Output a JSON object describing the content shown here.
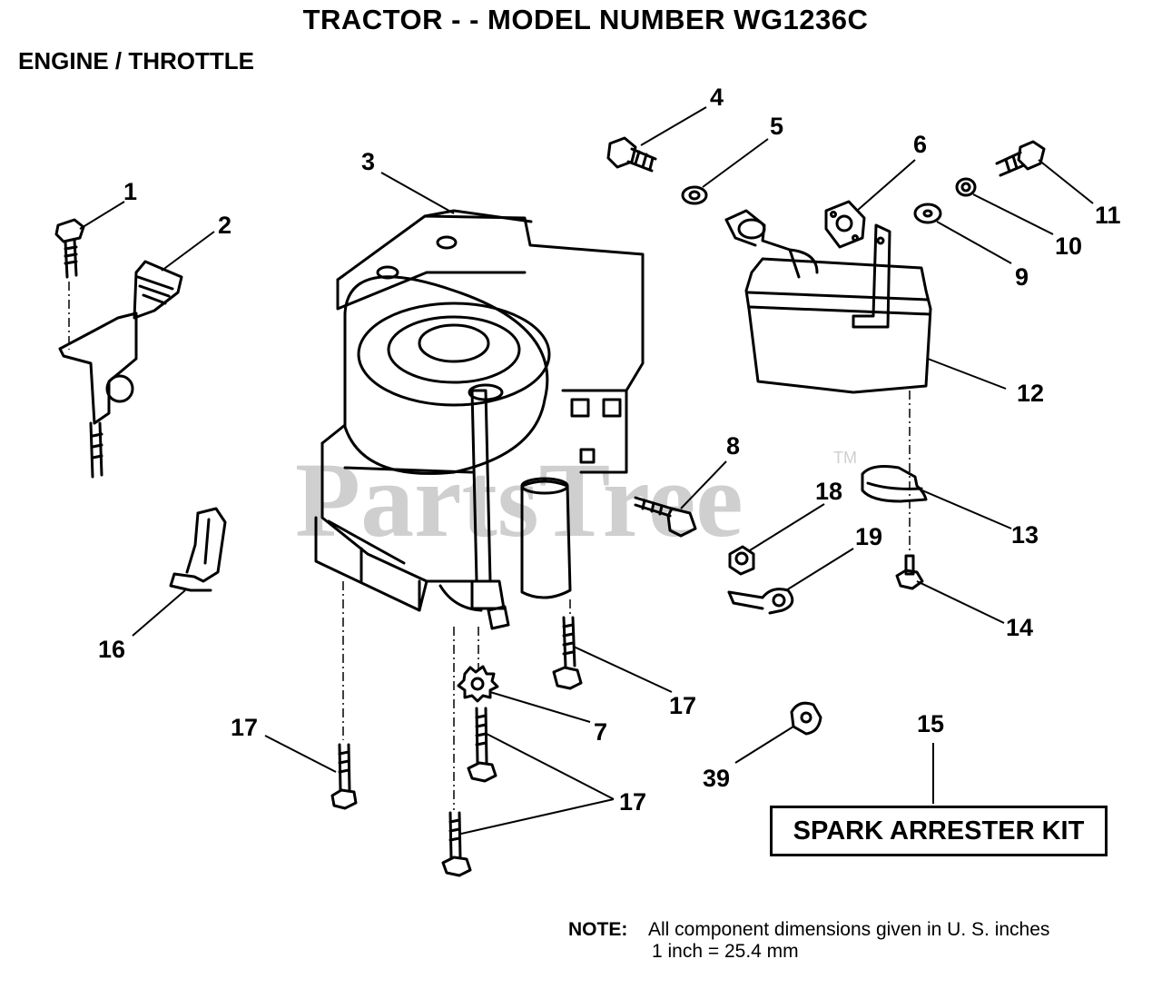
{
  "title": "TRACTOR - - MODEL NUMBER WG1236C",
  "subtitle": "ENGINE / THROTTLE",
  "watermark": {
    "text": "PartsTree",
    "mark": "TM"
  },
  "callouts": {
    "c1": "1",
    "c2": "2",
    "c3": "3",
    "c4": "4",
    "c5": "5",
    "c6": "6",
    "c7": "7",
    "c8": "8",
    "c9": "9",
    "c10": "10",
    "c11": "11",
    "c12": "12",
    "c13": "13",
    "c14": "14",
    "c15": "15",
    "c16": "16",
    "c17a": "17",
    "c17b": "17",
    "c17c": "17",
    "c18": "18",
    "c19": "19",
    "c39": "39"
  },
  "kit_label": "SPARK ARRESTER KIT",
  "note": {
    "heading": "NOTE:",
    "line1": "All component dimensions given in U. S. inches",
    "line2": "1 inch = 25.4 mm"
  }
}
